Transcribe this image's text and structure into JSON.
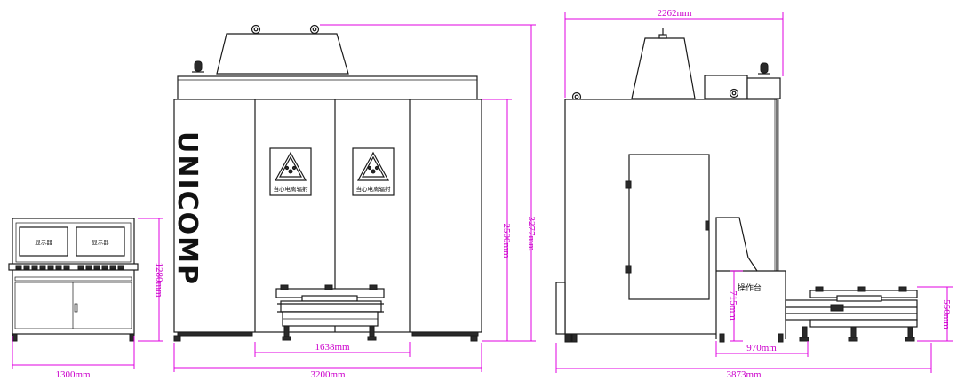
{
  "brand": "UNICOMP",
  "console": {
    "screen_left": "显示器",
    "screen_right": "显示器"
  },
  "warning_label": "当心电离辐射",
  "operating_table": "操作台",
  "dimensions": {
    "console_width": "1300mm",
    "console_height": "1280mm",
    "front_width": "3200mm",
    "door_width": "1638mm",
    "cabinet_height": "2500mm",
    "total_height": "3277mm",
    "side_depth": "2262mm",
    "side_total_width": "3873mm",
    "table_width": "970mm",
    "table_height": "715mm",
    "conveyor_height": "550mm"
  },
  "colors": {
    "line": "#1a1a1a",
    "dimension": "#e000e0"
  }
}
